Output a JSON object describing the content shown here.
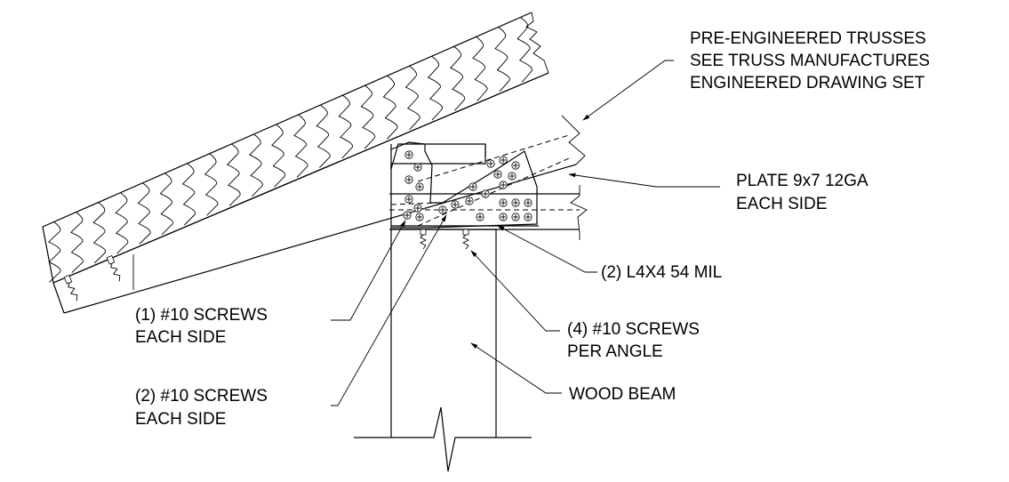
{
  "callouts": {
    "trusses": [
      "PRE-ENGINEERED TRUSSES",
      "SEE TRUSS MANUFACTURES",
      "ENGINEERED DRAWING SET"
    ],
    "plate": [
      "PLATE 9x7 12GA",
      "EACH SIDE"
    ],
    "angle": [
      "(2) L4X4 54 MIL"
    ],
    "screws_angle": [
      "(4) #10 SCREWS",
      "PER ANGLE"
    ],
    "screws_one": [
      "(1) #10 SCREWS",
      "EACH SIDE"
    ],
    "screws_two": [
      "(2) #10 SCREWS",
      "EACH SIDE"
    ],
    "beam": [
      "WOOD BEAM"
    ]
  }
}
